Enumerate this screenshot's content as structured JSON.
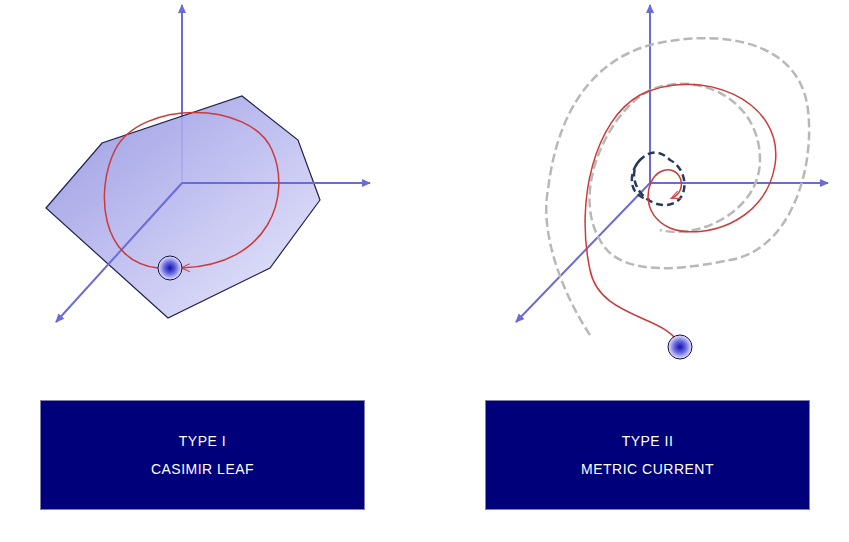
{
  "diagram": {
    "nodes": [
      {
        "text": [
          "TYPE I",
          "CASIMIR LEAF"
        ]
      },
      {
        "text": [
          "TYPE II",
          "METRIC CURRENT"
        ]
      }
    ]
  }
}
